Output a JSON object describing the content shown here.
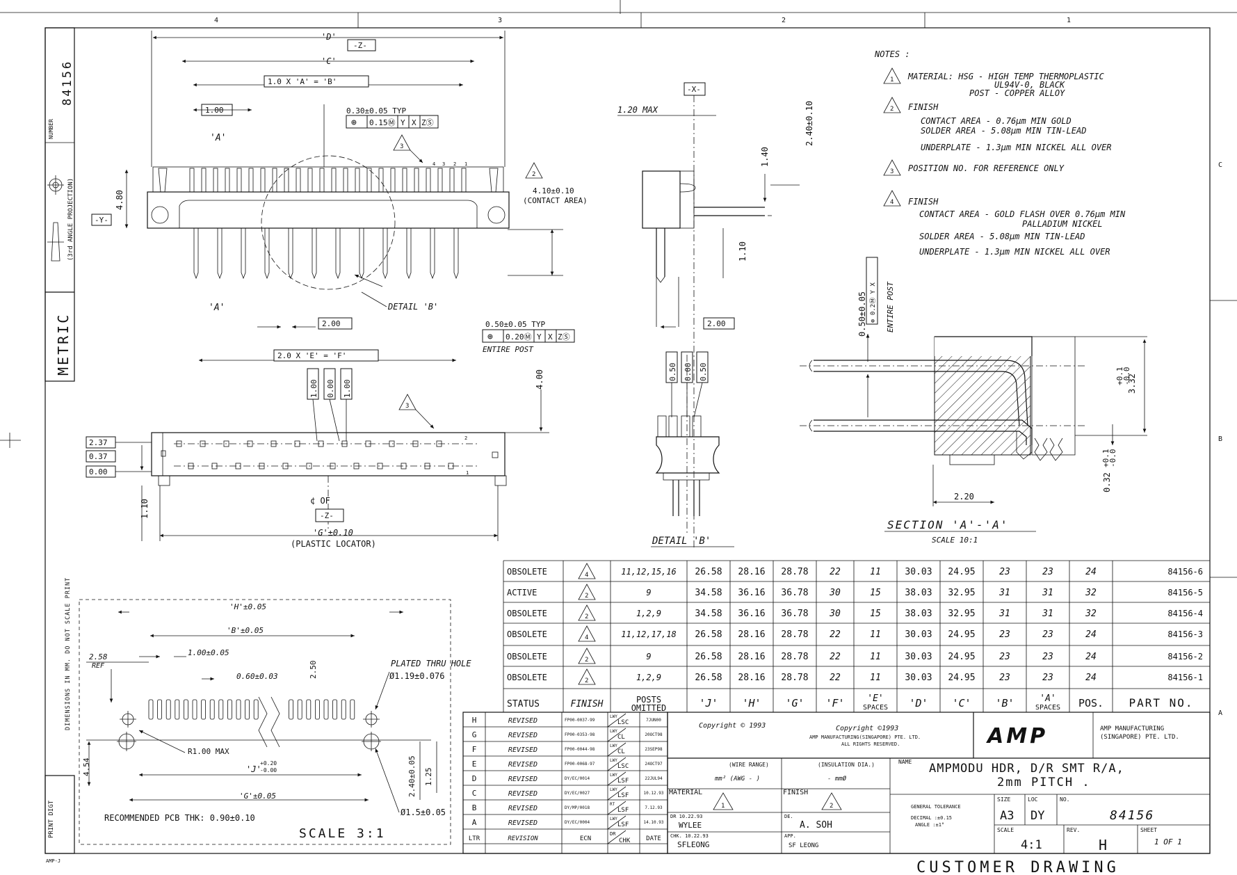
{
  "zone_numbers": [
    "4",
    "3",
    "2",
    "1"
  ],
  "zone_letters": [
    "C",
    "B",
    "A"
  ],
  "left_strip": {
    "number_label": "NUMBER",
    "number": "84156",
    "projection": "(3rd ANGLE PROJECTION)",
    "units": "METRIC",
    "dimensions_note": "DIMENSIONS IN MM. DO NOT SCALE PRINT",
    "print_digit": "PRINT DIGT"
  },
  "notes": {
    "title": "NOTES :",
    "n1_a": "MATERIAL: HSG - HIGH TEMP THERMOPLASTIC",
    "n1_b": "UL94V-0, BLACK",
    "n1_c": "POST - COPPER ALLOY",
    "n2": "FINISH",
    "n2_a": "CONTACT AREA - 0.76µm MIN GOLD",
    "n2_b": "SOLDER AREA - 5.08µm MIN TIN-LEAD",
    "n2_c": "UNDERPLATE - 1.3µm MIN NICKEL ALL OVER",
    "n3": "POSITION NO. FOR REFERENCE ONLY",
    "n4": "FINISH",
    "n4_a": "CONTACT AREA - GOLD FLASH OVER 0.76µm MIN",
    "n4_b": "PALLADIUM NICKEL",
    "n4_c": "SOLDER AREA - 5.08µm MIN TIN-LEAD",
    "n4_d": "UNDERPLATE - 1.3µm MIN NICKEL ALL OVER"
  },
  "front_view": {
    "d": "'D'",
    "z": "-Z-",
    "c": "'C'",
    "eq1": "1.0 X 'A' = 'B'",
    "p100": "1.00",
    "tp": "0.30±0.05 TYP",
    "fcf_a": "⊕",
    "fcf_b": "0.15Ⓜ",
    "fcf_c": "Y",
    "fcf_d": "X",
    "fcf_e": "ZⓈ",
    "a_top": "'A'",
    "a_bot": "'A'",
    "pos": [
      "4",
      "3",
      "2",
      "1"
    ],
    "h480": "4.80",
    "y": "-Y-",
    "contact": "4.10±0.10",
    "contact2": "(CONTACT AREA)",
    "detail_b": "DETAIL 'B'",
    "p200": "2.00",
    "eq2": "2.0 X 'E' = 'F'",
    "tp2": "0.50±0.05 TYP",
    "fcf2_a": "⊕",
    "fcf2_b": "0.20Ⓜ",
    "fcf2_c": "Y",
    "fcf2_d": "X",
    "fcf2_e": "ZⓈ",
    "entire": "ENTIRE POST"
  },
  "side_view": {
    "x": "-X-",
    "max": "1.20 MAX",
    "h140": "1.40",
    "h240": "2.40±0.10",
    "h110": "1.10",
    "p200": "2.00"
  },
  "bottom_view": {
    "v100a": "1.00",
    "v000": "0.00",
    "v100b": "1.00",
    "h237": "2.37",
    "h037": "0.37",
    "h000": "0.00",
    "h400": "4.00",
    "h110": "1.10",
    "cl": "¢ OF",
    "z": "-Z-",
    "g": "'G'±0.10",
    "plastic": "(PLASTIC LOCATOR)",
    "pos2": "2",
    "pos1": "1"
  },
  "detail_b": {
    "v050a": "0.50",
    "v000": "0.00",
    "v050b": "0.50",
    "title": "DETAIL 'B'"
  },
  "section": {
    "tp": "0.50±0.05",
    "fcf": "⊕ 0.2Ⓜ Y X",
    "entire": "ENTIRE POST",
    "h332": "3.32",
    "tol1": "+0.1",
    "tol2": "-0.0",
    "h032": "0.32",
    "w220": "2.20",
    "title": "SECTION 'A'-'A'",
    "scale": "SCALE 10:1"
  },
  "pcb": {
    "h": "'H'±0.05",
    "b": "'B'±0.05",
    "p100": "1.00±0.05",
    "p060": "0.60±0.03",
    "v250": "2.50",
    "h258": "2.58",
    "ref": "REF",
    "plated": "PLATED THRU HOLE",
    "dia1": "Ø1.19±0.076",
    "r100": "R1.00 MAX",
    "j": "'J'",
    "jtol1": "+0.20",
    "jtol2": "-0.00",
    "g": "'G'±0.05",
    "v454": "4.54",
    "v240": "2.40±0.05",
    "v125": "1.25",
    "dia2": "Ø1.5±0.05",
    "thk": "RECOMMENDED PCB THK: 0.90±0.10",
    "scale": "SCALE 3:1"
  },
  "table": {
    "headers": [
      "STATUS",
      "FINISH",
      "POSTS OMITTED",
      "'J'",
      "'H'",
      "'G'",
      "'F'",
      "'E' SPACES",
      "'D'",
      "'C'",
      "'B'",
      "'A' SPACES",
      "POS.",
      "PART NO."
    ],
    "header_posts_1": "POSTS",
    "header_posts_2": "OMITTED",
    "header_e_1": "'E'",
    "header_e_2": "SPACES",
    "header_a_1": "'A'",
    "header_a_2": "SPACES",
    "rows": [
      {
        "status": "OBSOLETE",
        "finish": "4",
        "posts": "11,12,15,16",
        "j": "26.58",
        "h": "28.16",
        "g": "28.78",
        "f": "22",
        "e": "11",
        "d": "30.03",
        "c": "24.95",
        "b": "23",
        "a": "23",
        "pos": "24",
        "part": "84156-6"
      },
      {
        "status": "ACTIVE",
        "finish": "2",
        "posts": "9",
        "j": "34.58",
        "h": "36.16",
        "g": "36.78",
        "f": "30",
        "e": "15",
        "d": "38.03",
        "c": "32.95",
        "b": "31",
        "a": "31",
        "pos": "32",
        "part": "84156-5"
      },
      {
        "status": "OBSOLETE",
        "finish": "2",
        "posts": "1,2,9",
        "j": "34.58",
        "h": "36.16",
        "g": "36.78",
        "f": "30",
        "e": "15",
        "d": "38.03",
        "c": "32.95",
        "b": "31",
        "a": "31",
        "pos": "32",
        "part": "84156-4"
      },
      {
        "status": "OBSOLETE",
        "finish": "4",
        "posts": "11,12,17,18",
        "j": "26.58",
        "h": "28.16",
        "g": "28.78",
        "f": "22",
        "e": "11",
        "d": "30.03",
        "c": "24.95",
        "b": "23",
        "a": "23",
        "pos": "24",
        "part": "84156-3"
      },
      {
        "status": "OBSOLETE",
        "finish": "2",
        "posts": "9",
        "j": "26.58",
        "h": "28.16",
        "g": "28.78",
        "f": "22",
        "e": "11",
        "d": "30.03",
        "c": "24.95",
        "b": "23",
        "a": "23",
        "pos": "24",
        "part": "84156-2"
      },
      {
        "status": "OBSOLETE",
        "finish": "2",
        "posts": "1,2,9",
        "j": "26.58",
        "h": "28.16",
        "g": "28.78",
        "f": "22",
        "e": "11",
        "d": "30.03",
        "c": "24.95",
        "b": "23",
        "a": "23",
        "pos": "24",
        "part": "84156-1"
      }
    ]
  },
  "revisions": {
    "rows": [
      {
        "ltr": "H",
        "rev": "REVISED",
        "ecn": "FP00-0037-99",
        "dr": "LWY",
        "chk": "LSC",
        "date": "7JUN00"
      },
      {
        "ltr": "G",
        "rev": "REVISED",
        "ecn": "FP00-0353-98",
        "dr": "LWY",
        "chk": "CL",
        "date": "20OCT98"
      },
      {
        "ltr": "F",
        "rev": "REVISED",
        "ecn": "FP00-0044-98",
        "dr": "LWY",
        "chk": "CL",
        "date": "23SEP98"
      },
      {
        "ltr": "E",
        "rev": "REVISED",
        "ecn": "FP00-0068-97",
        "dr": "LWY",
        "chk": "LSC",
        "date": "24OCT97"
      },
      {
        "ltr": "D",
        "rev": "REVISED",
        "ecn": "DY/EC/0014",
        "dr": "LWY",
        "chk": "LSF",
        "date": "22JUL94"
      },
      {
        "ltr": "C",
        "rev": "REVISED",
        "ecn": "DY/EC/0027",
        "dr": "LWY",
        "chk": "LSF",
        "date": "10.12.93"
      },
      {
        "ltr": "B",
        "rev": "REVISED",
        "ecn": "DY/MP/0018",
        "dr": "RT",
        "chk": "LSF",
        "date": "7.12.93"
      },
      {
        "ltr": "A",
        "rev": "REVISED",
        "ecn": "DY/EC/0004",
        "dr": "LWY",
        "chk": "LSF",
        "date": "14.10.93"
      }
    ],
    "footer_ltr": "LTR",
    "footer_rev": "REVISION",
    "footer_ecn": "ECN",
    "footer_dr": "DR",
    "footer_chk": "CHK",
    "footer_date": "DATE"
  },
  "title_block": {
    "copy1": "Copyright © 1993",
    "copy2": "Copyright ©1993",
    "copy3": "AMP MANUFACTURING(SINGAPORE) PTE. LTD.",
    "copy4": "ALL RIGHTS RESERVED.",
    "logo": "AMP",
    "company1": "AMP MANUFACTURING",
    "company2": "(SINGAPORE) PTE. LTD.",
    "wire": "(WIRE RANGE)",
    "wire_v": "mm² (AWG - )",
    "insul": "(INSULATION DIA.)",
    "insul_v": "-  mmØ",
    "name_label": "NAME",
    "name1": "AMPMODU HDR, D/R SMT R/A,",
    "name2": "2mm PITCH .",
    "material": "MATERIAL",
    "material_mark": "1",
    "finish": "FINISH",
    "finish_mark": "2",
    "tol": "GENERAL TOLERANCE",
    "tol1": "DECIMAL :±0.15",
    "tol2": "ANGLE :±1°",
    "size_l": "SIZE",
    "size": "A3",
    "loc_l": "LOC",
    "loc": "DY",
    "no_l": "NO.",
    "no": "84156",
    "dr_l": "DR  10.22.93",
    "dr": "WYLEE",
    "de_l": "DE.",
    "de": "A. SOH",
    "chk_l": "CHK. 10.22.93",
    "chk": "SFLEONG",
    "app_l": "APP.",
    "app": "SF LEONG",
    "scale_l": "SCALE",
    "scale": "4:1",
    "rev_l": "REV.",
    "rev": "H",
    "sheet_l": "SHEET",
    "sheet": "1 OF 1"
  },
  "bottom_text": "CUSTOMER DRAWING",
  "corner_text": "AMP-J"
}
